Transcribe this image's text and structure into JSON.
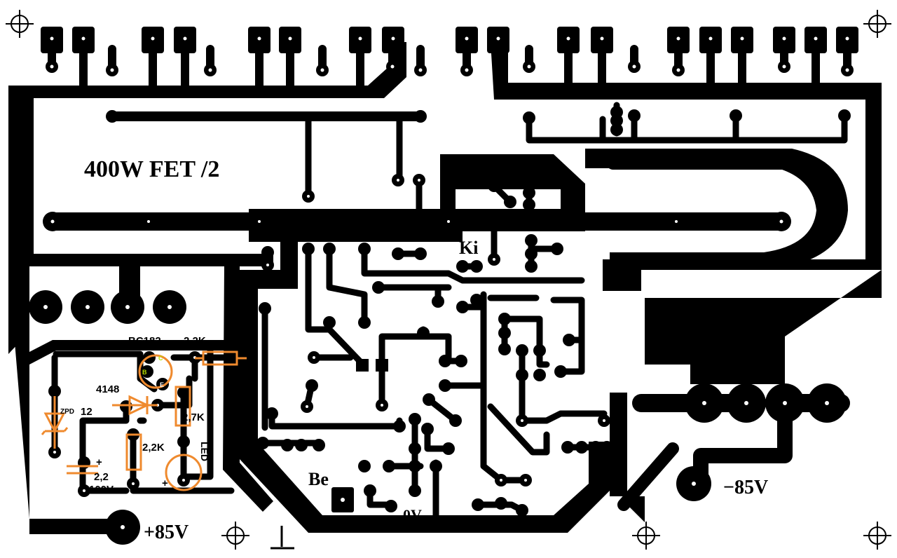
{
  "board": {
    "title": "400W FET /2",
    "labels": {
      "ki": "Ki",
      "be": "Be",
      "ground": "0V",
      "vplus": "+85V",
      "vminus": "−85V"
    }
  },
  "silkscreen": {
    "transistor": "BC182",
    "pin_c": "C",
    "pin_b": "B",
    "pin_e": "E",
    "diode": "4148",
    "zener_prefix": "ZPD",
    "zener_value": "12",
    "r_top": "2,2K",
    "r_mid": "2,7K",
    "r_bottom": "2,2K",
    "led": "LED",
    "cap_value": "2,2",
    "cap_voltage": "100V",
    "plus": "+"
  },
  "colors": {
    "copper": "#000000",
    "silkscreen": "#ef8a2e",
    "board": "#ffffff"
  }
}
